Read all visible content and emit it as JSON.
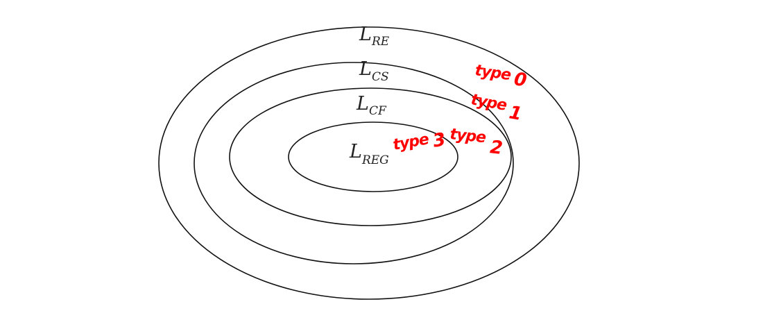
{
  "diagram": {
    "colors": {
      "outline": "#111111",
      "label": "#222222",
      "annotation": "#ff0000"
    },
    "sets": [
      {
        "main": "L",
        "sub": "RE"
      },
      {
        "main": "L",
        "sub": "CS"
      },
      {
        "main": "L",
        "sub": "CF"
      },
      {
        "main": "L",
        "sub": "REG"
      }
    ],
    "annotations": [
      {
        "word": "type",
        "number": "0"
      },
      {
        "word": "type",
        "number": "1"
      },
      {
        "word": "type",
        "number": "2"
      },
      {
        "word": "type",
        "number": "3"
      }
    ]
  }
}
